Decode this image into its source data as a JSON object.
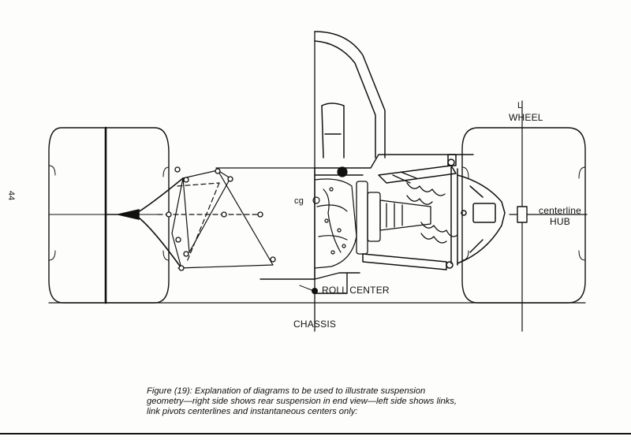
{
  "page_number": "44",
  "labels": {
    "wheel": "WHEEL",
    "wheel_mark": "L",
    "cg": "cg",
    "centerline": "centerline",
    "hub": "HUB",
    "roll_center": "ROLL CENTER",
    "chassis": "CHASSIS"
  },
  "caption": {
    "line1": "Figure (19): Explanation of diagrams to be used to illustrate suspension",
    "line2": "geometry—right side shows rear suspension in end view—left side shows links,",
    "line3": "link pivots centerlines and instantaneous centers only:"
  }
}
